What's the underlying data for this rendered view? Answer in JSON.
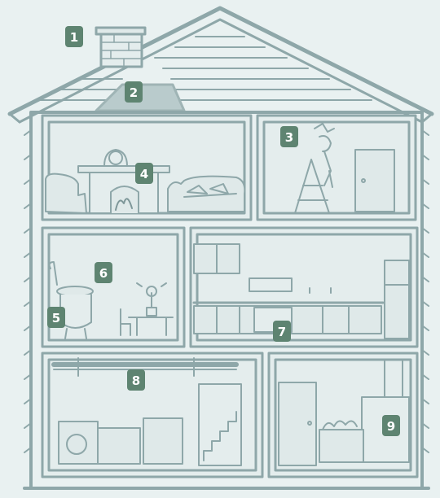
{
  "colors": {
    "background": "#e9f1f1",
    "line": "#8ea7a9",
    "line_dark": "#7e9799",
    "fill_light": "#dfe9e9",
    "fill_wall": "#e4eded",
    "marker": "#5e8471",
    "marker_text": "#ffffff"
  },
  "icons": {
    "chimney": "chimney-icon",
    "attic": "attic-vent-icon",
    "ladder": "ladder-icon",
    "fireplace": "fireplace-icon",
    "stove": "wood-stove-icon",
    "kitchen": "kitchen-counter-icon",
    "pipe": "pipe-icon",
    "furnace": "furnace-icon"
  },
  "markers": [
    {
      "id": "1",
      "label": "1"
    },
    {
      "id": "2",
      "label": "2"
    },
    {
      "id": "3",
      "label": "3"
    },
    {
      "id": "4",
      "label": "4"
    },
    {
      "id": "5",
      "label": "5"
    },
    {
      "id": "6",
      "label": "6"
    },
    {
      "id": "7",
      "label": "7"
    },
    {
      "id": "8",
      "label": "8"
    },
    {
      "id": "9",
      "label": "9"
    }
  ]
}
